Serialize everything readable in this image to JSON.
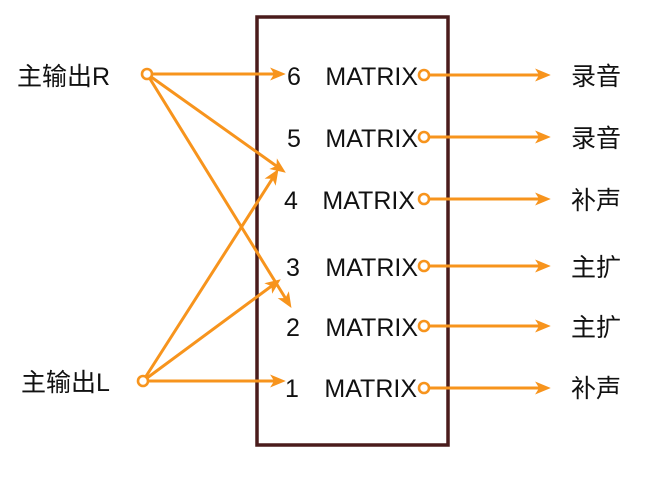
{
  "inputs": [
    {
      "label": "主输出R"
    },
    {
      "label": "主输出L"
    }
  ],
  "matrix": {
    "rows": [
      {
        "number": "6",
        "label": "MATRIX",
        "output": "录音"
      },
      {
        "number": "5",
        "label": "MATRIX",
        "output": "录音"
      },
      {
        "number": "4",
        "label": "MATRIX",
        "output": "补声"
      },
      {
        "number": "3",
        "label": "MATRIX",
        "output": "主扩"
      },
      {
        "number": "2",
        "label": "MATRIX",
        "output": "主扩"
      },
      {
        "number": "1",
        "label": "MATRIX",
        "output": "补声"
      }
    ]
  },
  "connections": [
    {
      "from_input": 0,
      "to_matrix": 6
    },
    {
      "from_input": 0,
      "to_matrix": 4
    },
    {
      "from_input": 0,
      "to_matrix": 2
    },
    {
      "from_input": 1,
      "to_matrix": 1
    },
    {
      "from_input": 1,
      "to_matrix": 3
    },
    {
      "from_input": 1,
      "to_matrix": 5
    }
  ],
  "colors": {
    "arrow": "#F7941D",
    "box_border": "#4A1C1C",
    "text": "#111111"
  }
}
